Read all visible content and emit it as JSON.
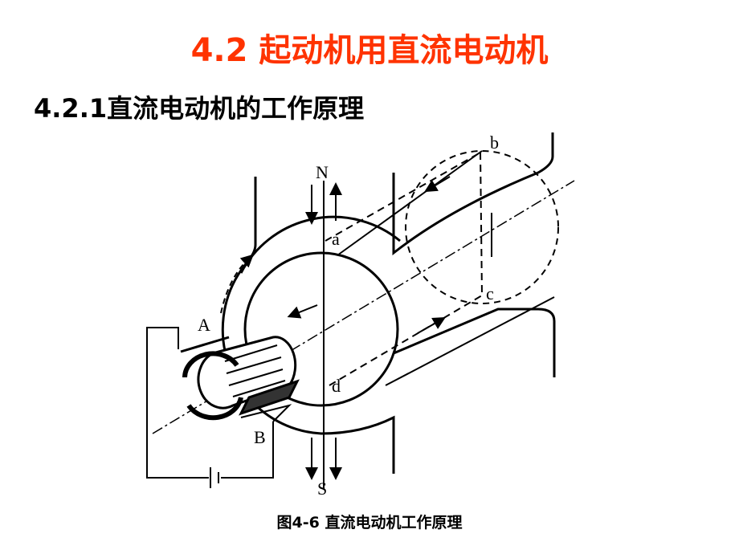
{
  "title": "4.2 起动机用直流电动机",
  "subtitle": "4.2.1直流电动机的工作原理",
  "figure": {
    "caption": "图4-6 直流电动机工作原理",
    "labels": {
      "N": "N",
      "S": "S",
      "a": "a",
      "b": "b",
      "c": "c",
      "d": "d",
      "A": "A",
      "B": "B"
    }
  },
  "colors": {
    "title": "#ff3300",
    "text": "#000000"
  }
}
